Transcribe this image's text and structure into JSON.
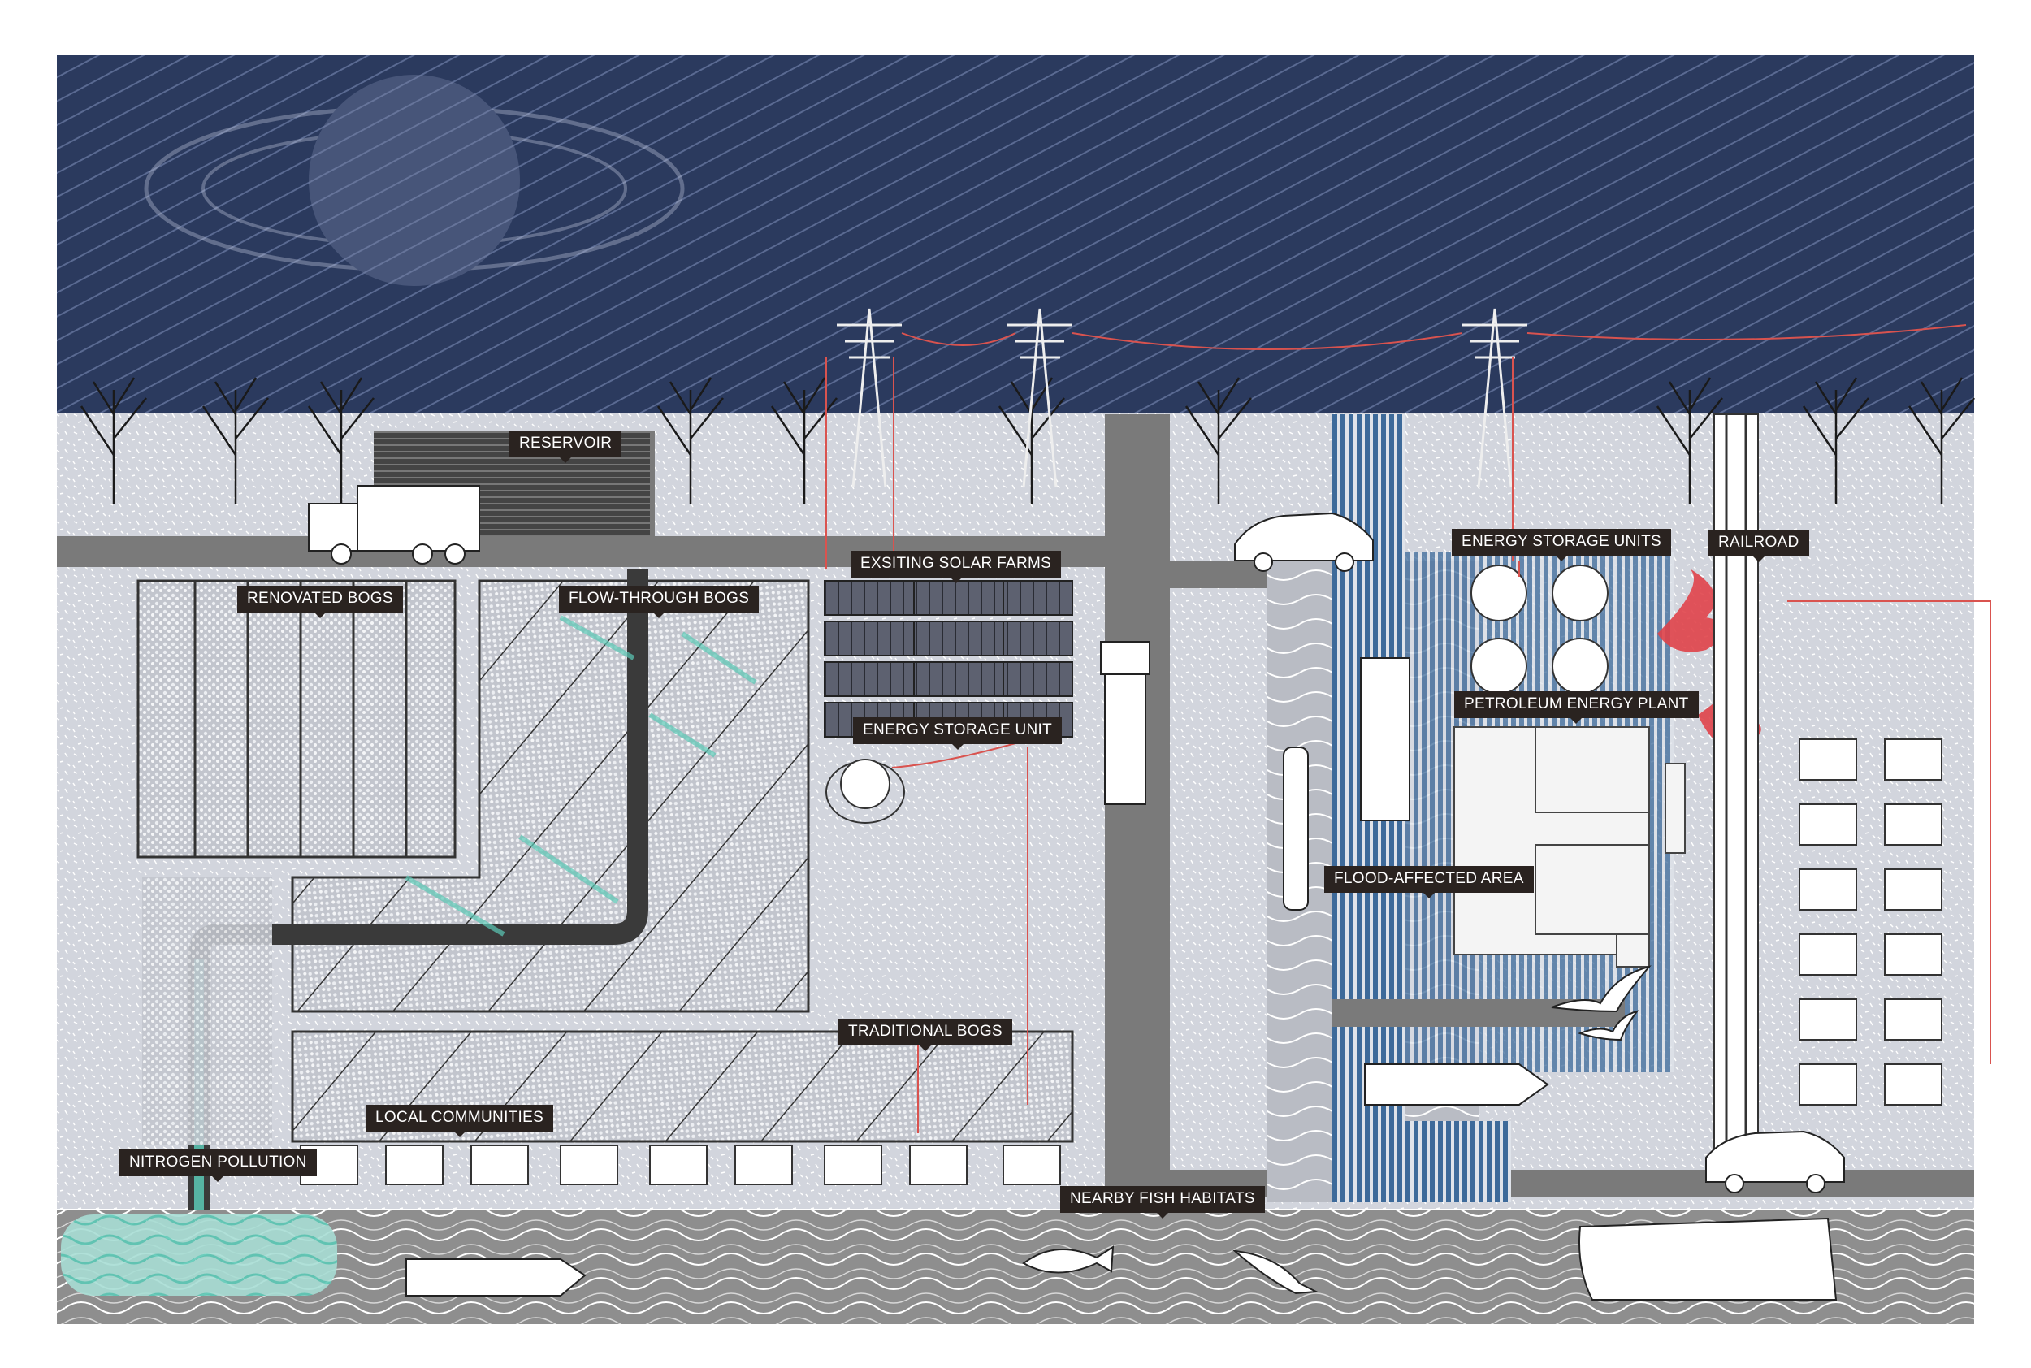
{
  "labels": {
    "reservoir": "RESERVOIR",
    "renovated_bogs": "RENOVATED BOGS",
    "flow_through_bogs": "FLOW-THROUGH BOGS",
    "existing_solar_farms": "EXSITING SOLAR FARMS",
    "energy_storage_unit": "ENERGY STORAGE UNIT",
    "energy_storage_units": "ENERGY STORAGE UNITS",
    "railroad": "RAILROAD",
    "petroleum_energy_plant": "PETROLEUM ENERGY PLANT",
    "flood_affected_area": "FLOOD-AFFECTED AREA",
    "traditional_bogs": "TRADITIONAL BOGS",
    "local_communities": "LOCAL COMMUNITIES",
    "nitrogen_pollution": "NITROGEN POLLUTION",
    "nearby_fish_habitats": "NEARBY FISH HABITATS"
  },
  "colors": {
    "sky": "#2b3a5e",
    "ground": "#d2d5dd",
    "road": "#7a7a7a",
    "water": "#8c8c8c",
    "flood_blue": "#3d6a9a",
    "nitrogen_teal": "#5cc9b6",
    "emission_red": "#e0434a",
    "leader_red": "#d9534f",
    "label_bg": "#2a2320"
  }
}
